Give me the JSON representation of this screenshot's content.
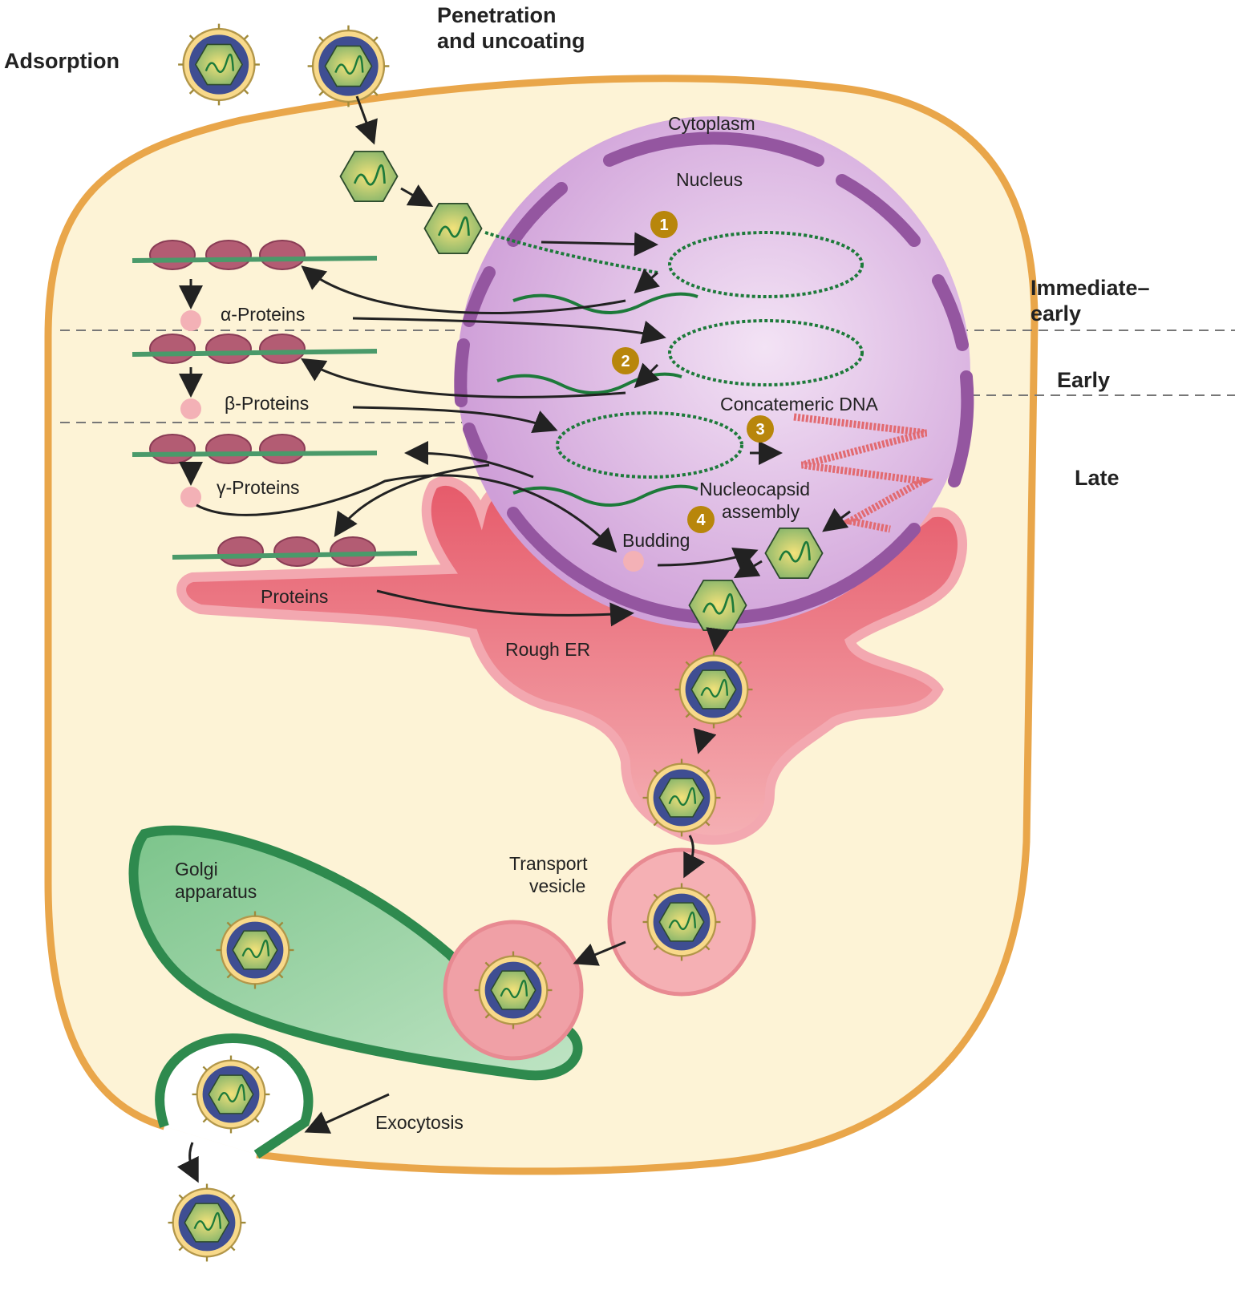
{
  "stages": {
    "adsorption": "Adsorption",
    "penetration_line1": "Penetration",
    "penetration_line2": "and uncoating",
    "exocytosis": "Exocytosis"
  },
  "compartments": {
    "cytoplasm": "Cytoplasm",
    "nucleus": "Nucleus",
    "rough_er": "Rough ER",
    "transport_vesicle_line1": "Transport",
    "transport_vesicle_line2": "vesicle",
    "golgi_line1": "Golgi",
    "golgi_line2": "apparatus"
  },
  "phases": {
    "immediate_early_line1": "Immediate–",
    "immediate_early_line2": "early",
    "early": "Early",
    "late": "Late"
  },
  "proteins": {
    "alpha": "α-Proteins",
    "beta": "β-Proteins",
    "gamma": "γ-Proteins",
    "generic": "Proteins"
  },
  "steps": [
    {
      "number": "1"
    },
    {
      "number": "2"
    },
    {
      "number": "3",
      "label": "Concatemeric DNA"
    },
    {
      "number": "4",
      "label_line1": "Nucleocapsid",
      "label_line2": "assembly"
    }
  ],
  "budding": "Budding",
  "colors": {
    "cell_membrane": "#e9a64a",
    "cytoplasm": "#fdf3d6",
    "nucleus": "#d9aee0",
    "nuclear_envelope": "#9456a0",
    "rough_er": "#e0596a",
    "golgi": "#3e9c5c",
    "step_badge": "#b8860b"
  }
}
